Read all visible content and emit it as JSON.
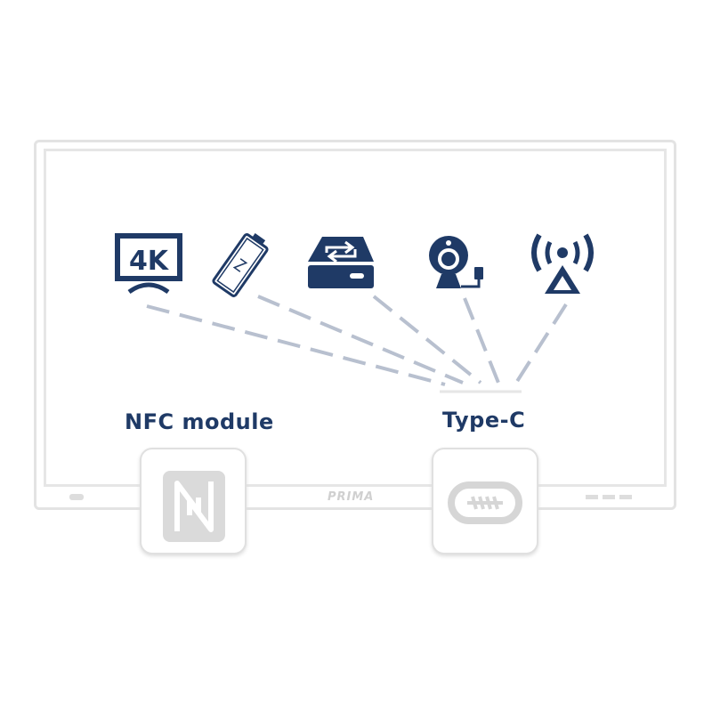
{
  "icons": [
    "4k-tv-icon",
    "battery-charging-icon",
    "storage-sync-icon",
    "webcam-icon",
    "antenna-signal-icon"
  ],
  "icon_color": "#1f3a66",
  "tv_icon_text": "4K",
  "labels": {
    "nfc": "NFC module",
    "typec": "Type-C"
  },
  "brand": "PRIMA"
}
